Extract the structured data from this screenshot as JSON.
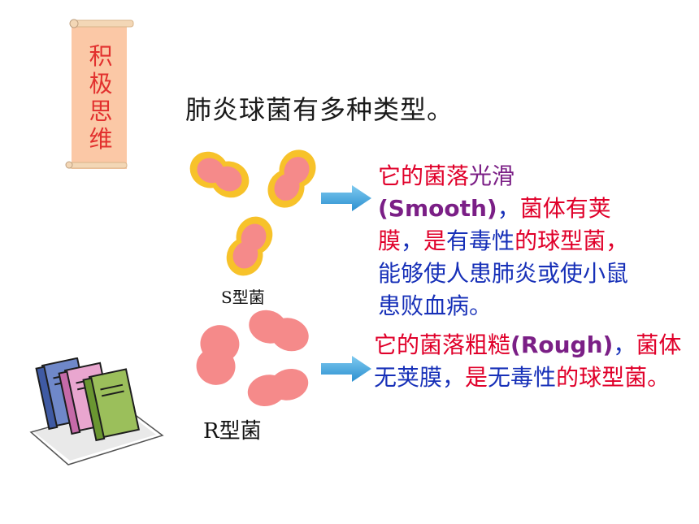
{
  "banner": {
    "chars": [
      "积",
      "极",
      "思",
      "维"
    ],
    "color": "#e2302e",
    "bg": "#fbc8a6"
  },
  "heading": "肺炎球菌有多种类型。",
  "strains": {
    "s_label": "S型菌",
    "r_label": "R型菌"
  },
  "desc_s": {
    "p1": "它的菌落",
    "p2": "光滑",
    "p3": "(Smooth)",
    "p4": "，",
    "p5": "菌体有荚膜",
    "p6": "，",
    "p7": "是",
    "p8": "有毒性",
    "p9": "的球型菌，",
    "p10": "能够使人患肺炎或使小鼠患败血病。"
  },
  "desc_r": {
    "p1": "它的菌落",
    "p2": "粗糙",
    "p3": "(Rough)",
    "p4": "，",
    "p5": "菌体",
    "p6": "无荚膜",
    "p7": "，",
    "p8": "是",
    "p9": "无毒性",
    "p10": "的球型菌。"
  },
  "colors": {
    "red": "#e0002a",
    "purple": "#7b1f86",
    "blue": "#1730b8",
    "arrow": "#3aa0d8",
    "capsule": "#f7c22a",
    "cell": "#f58a8a"
  }
}
